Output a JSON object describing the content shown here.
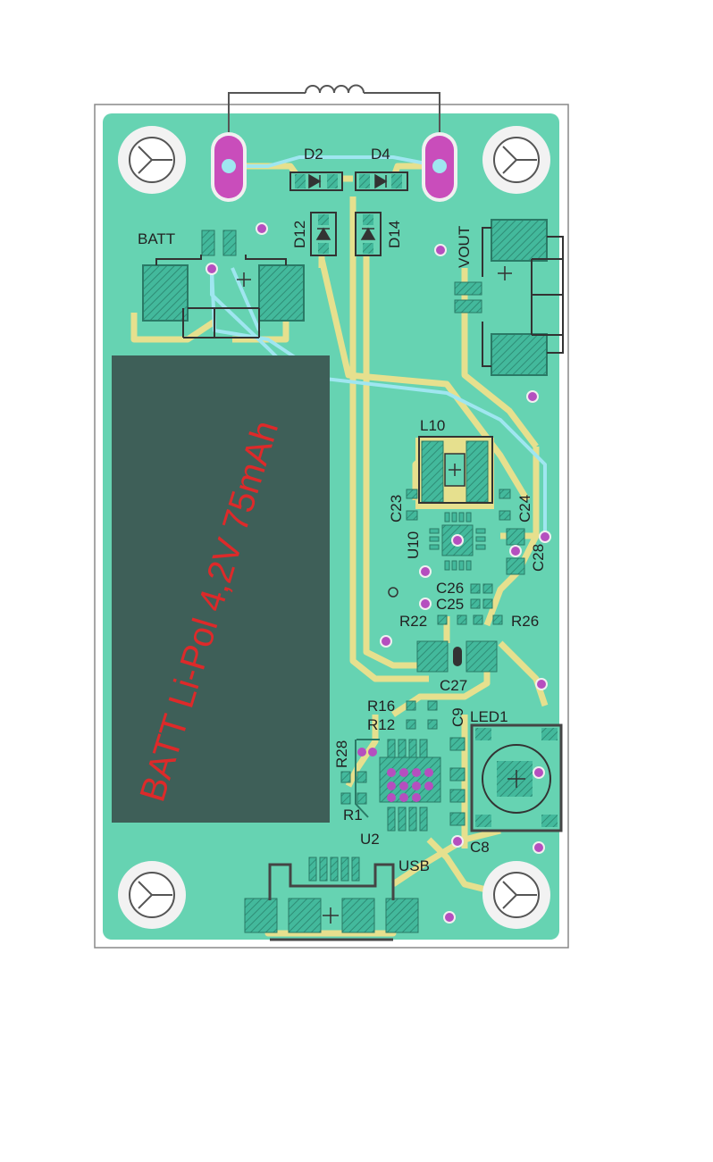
{
  "colors": {
    "board_bg": "#ffffff",
    "board_outline": "#888888",
    "copper_fill": "#66d3b2",
    "copper_trace": "#e6e08e",
    "pad_hatch": "#3fb59a",
    "pad_edge": "#2a7a66",
    "silk": "#3a3a3a",
    "via": "#b54fbf",
    "bottom_trace": "#9fe6f0",
    "battery_body": "#3e5f58",
    "battery_text": "#dd2a2a",
    "hole_ring": "#f2f2f2"
  },
  "battery": {
    "label": "BATT Li-Pol 4,2V 75mAh"
  },
  "labels": {
    "d2": "D2",
    "d4": "D4",
    "d12": "D12",
    "d14": "D14",
    "batt": "BATT",
    "vout": "VOUT",
    "l10": "L10",
    "c23": "C23",
    "c24": "C24",
    "u10": "U10",
    "c28": "C28",
    "c26": "C26",
    "c25": "C25",
    "r22": "R22",
    "r26": "R26",
    "c27": "C27",
    "r16": "R16",
    "r12": "R12",
    "c9": "C9",
    "led1": "LED1",
    "r28": "R28",
    "r1": "R1",
    "u2": "U2",
    "c8": "C8",
    "usb": "USB"
  }
}
